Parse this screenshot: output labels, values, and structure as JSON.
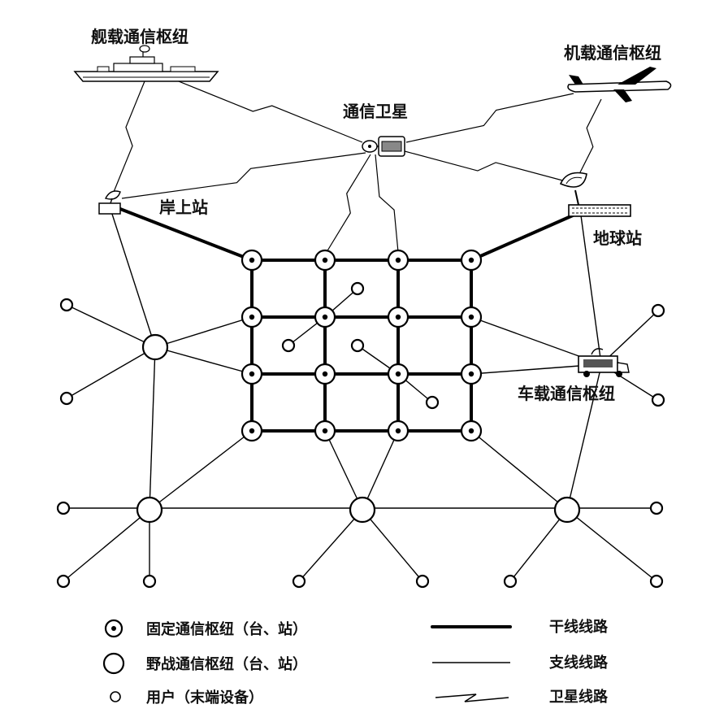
{
  "labels": {
    "ship_hub": "舰载通信枢纽",
    "air_hub": "机载通信枢纽",
    "satellite": "通信卫星",
    "shore_station": "岸上站",
    "earth_station": "地球站",
    "vehicle_hub": "车载通信枢纽"
  },
  "legend": {
    "fixed_hub": "固定通信枢纽（台、站）",
    "field_hub": "野战通信枢纽（台、站）",
    "user": "用户（末端设备）",
    "trunk_line": "干线线路",
    "branch_line": "支线线路",
    "satellite_line": "卫星线路"
  },
  "icons": {
    "ship": "ship-icon",
    "airplane": "airplane-icon",
    "satellite": "satellite-icon",
    "shore_station": "dish-antenna-icon",
    "earth_station": "dish-antenna-icon",
    "vehicle": "truck-icon"
  }
}
